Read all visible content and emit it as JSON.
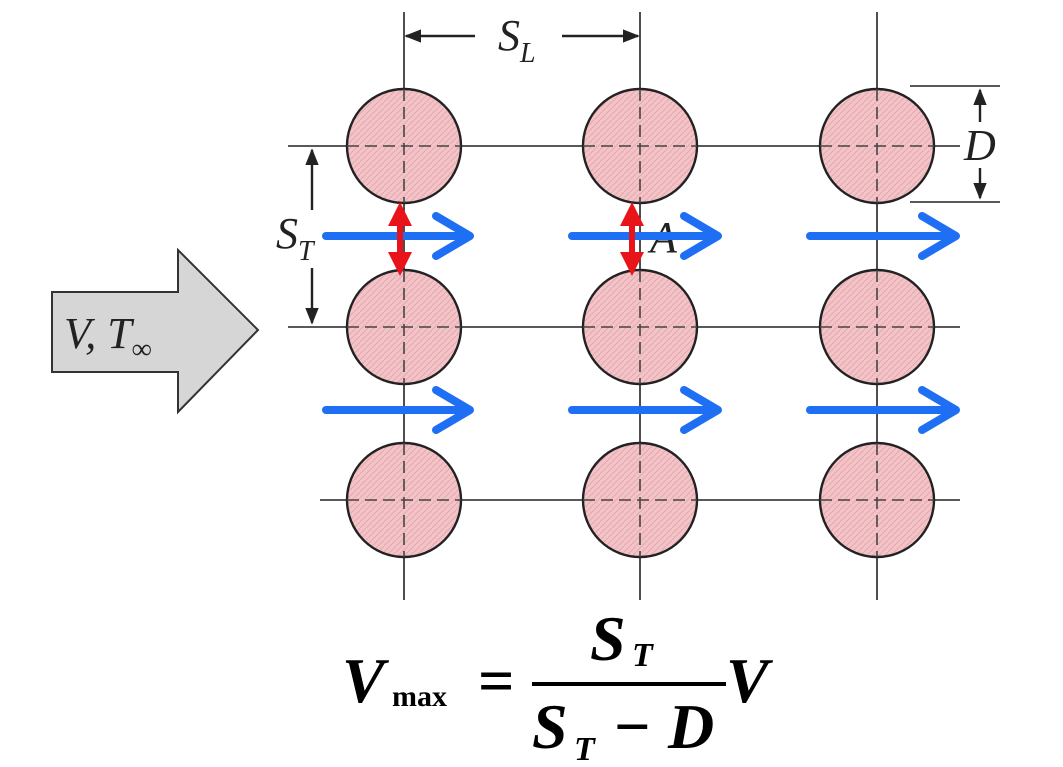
{
  "labels": {
    "longitudinal_pitch": "S",
    "longitudinal_pitch_sub": "L",
    "transverse_pitch": "S",
    "transverse_pitch_sub": "T",
    "diameter": "D",
    "inlet_velocity": "V",
    "inlet_temp": "T",
    "inlet_temp_sub": "∞",
    "min_area": "A"
  },
  "equation": {
    "lhs": "V",
    "lhs_sub": "max",
    "equals": "=",
    "num": "S",
    "num_sub": "T",
    "den_s": "S",
    "den_sub": "T",
    "den_minus": "−",
    "den_d": "D",
    "rhs": "V"
  },
  "colors": {
    "tube_fill": "#f3c3c8",
    "tube_stroke": "#222222",
    "flow_arrow": "#1f6ff5",
    "gap_arrow": "#e8141a",
    "inlet_arrow_fill": "#d6d6d6"
  },
  "tube_bank": {
    "arrangement": "aligned",
    "rows": 3,
    "columns": 3
  }
}
